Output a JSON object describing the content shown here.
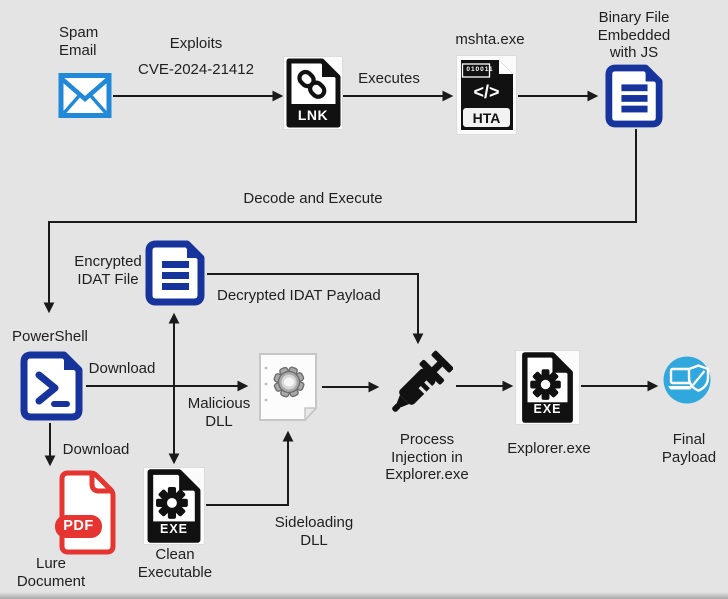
{
  "colors": {
    "background": "#e4e4e4",
    "navy": "#17339c",
    "blue": "#2288d8",
    "red": "#e63430",
    "cyan": "#31a8dd",
    "black": "#111111",
    "line": "#1a1a1a"
  },
  "nodes": {
    "spam_email": {
      "label": "Spam\nEmail"
    },
    "exploit": {
      "label": "Exploits\nCVE-2024-21412"
    },
    "lnk": {
      "badge": "LNK"
    },
    "executes": {
      "label": "Executes"
    },
    "mshta": {
      "label": "mshta.exe",
      "badge": "HTA",
      "bits": "010011",
      "code": "</>"
    },
    "binary": {
      "label": "Binary File\nEmbedded\nwith JS"
    },
    "decode": {
      "label": "Decode and Execute"
    },
    "encrypted_idat": {
      "label": "Encrypted\nIDAT File"
    },
    "decrypted_idat": {
      "label": "Decrypted IDAT Payload"
    },
    "powershell": {
      "label": "PowerShell"
    },
    "download_dll": {
      "label": "Download"
    },
    "download_pdf": {
      "label": "Download"
    },
    "malicious_dll": {
      "label": "Malicious\nDLL"
    },
    "process_injection": {
      "label": "Process\nInjection in\nExplorer.exe"
    },
    "explorer": {
      "label": "Explorer.exe",
      "badge": "EXE"
    },
    "final_payload": {
      "label": "Final\nPayload"
    },
    "lure": {
      "label": "Lure\nDocument",
      "badge": "PDF"
    },
    "clean_exe": {
      "label": "Clean\nExecutable",
      "badge": "EXE"
    },
    "sideloading": {
      "label": "Sideloading\nDLL"
    }
  }
}
